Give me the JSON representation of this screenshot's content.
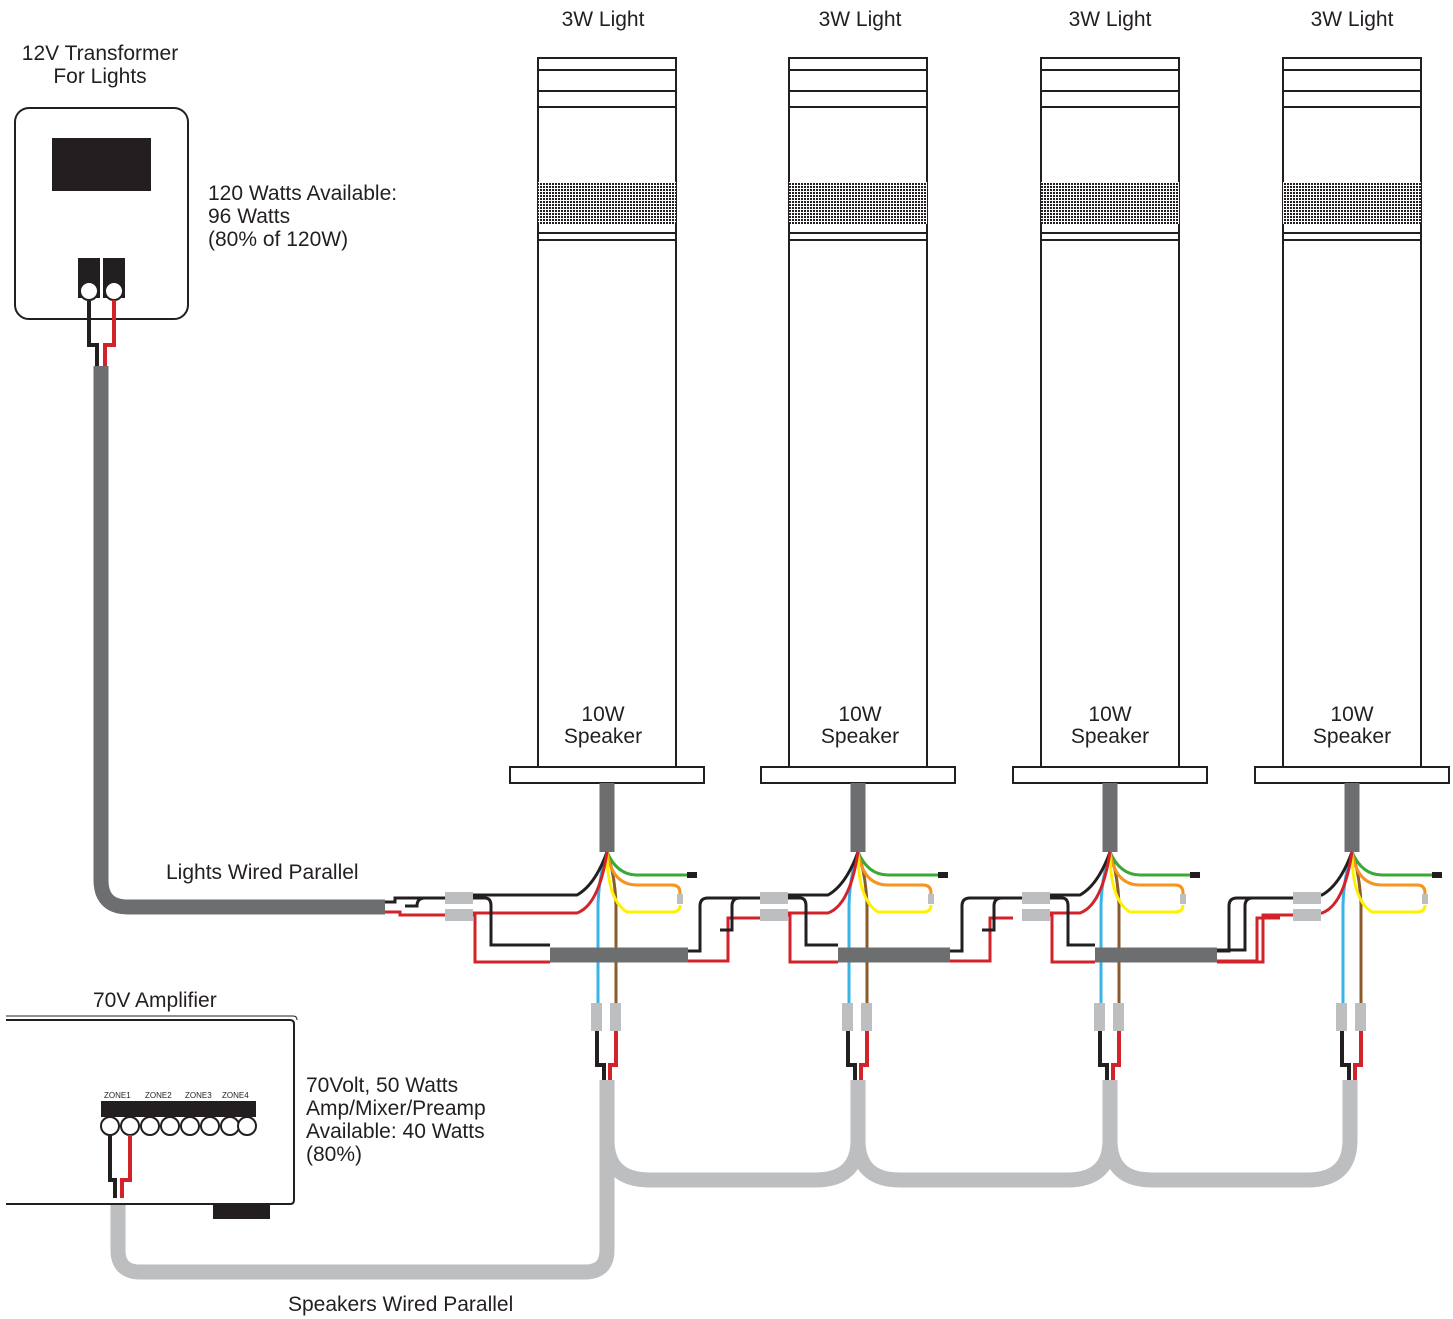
{
  "transformer": {
    "title_line1": "12V Transformer",
    "title_line2": "For Lights",
    "watts_line1": "120 Watts Available:",
    "watts_line2": "96 Watts",
    "watts_line3": "(80% of 120W)"
  },
  "lights": [
    {
      "label": "3W Light",
      "speaker_line1": "10W",
      "speaker_line2": "Speaker"
    },
    {
      "label": "3W Light",
      "speaker_line1": "10W",
      "speaker_line2": "Speaker"
    },
    {
      "label": "3W Light",
      "speaker_line1": "10W",
      "speaker_line2": "Speaker"
    },
    {
      "label": "3W Light",
      "speaker_line1": "10W",
      "speaker_line2": "Speaker"
    }
  ],
  "lights_wiring_label": "Lights Wired Parallel",
  "amplifier": {
    "title": "70V Amplifier",
    "zones": [
      "ZONE1",
      "ZONE2",
      "ZONE3",
      "ZONE4"
    ],
    "spec_line1": "70Volt, 50 Watts",
    "spec_line2": "Amp/Mixer/Preamp",
    "spec_line3": "Available: 40 Watts",
    "spec_line4": "(80%)"
  },
  "speakers_wiring_label": "Speakers Wired Parallel",
  "colors": {
    "lights_cable": "#6d6e70",
    "speaker_cable": "#bcbec0",
    "red": "#d2232a",
    "black": "#231f20",
    "blue": "#3ab4e6",
    "brown": "#8b5a2b",
    "green": "#3aaa35",
    "orange": "#f7941d",
    "yellow": "#fff200",
    "connector": "#bcbec0"
  }
}
